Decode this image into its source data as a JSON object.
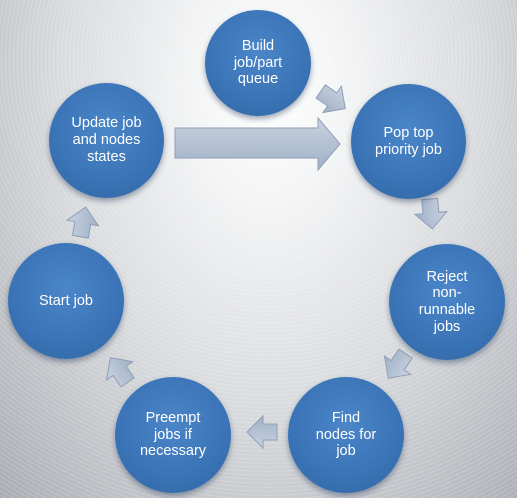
{
  "nodes": {
    "build": "Build\njob/part\nqueue",
    "pop": "Pop top\npriority job",
    "reject": "Reject\nnon-\nrunnable\njobs",
    "find": "Find\nnodes for\njob",
    "preempt": "Preempt\njobs if\nnecessary",
    "start": "Start job",
    "update": "Update job\nand nodes\nstates"
  },
  "colors": {
    "node_fill": "#3a74b6",
    "arrow_fill": "#b8c4d4",
    "arrow_edge": "#8e9fb6"
  }
}
